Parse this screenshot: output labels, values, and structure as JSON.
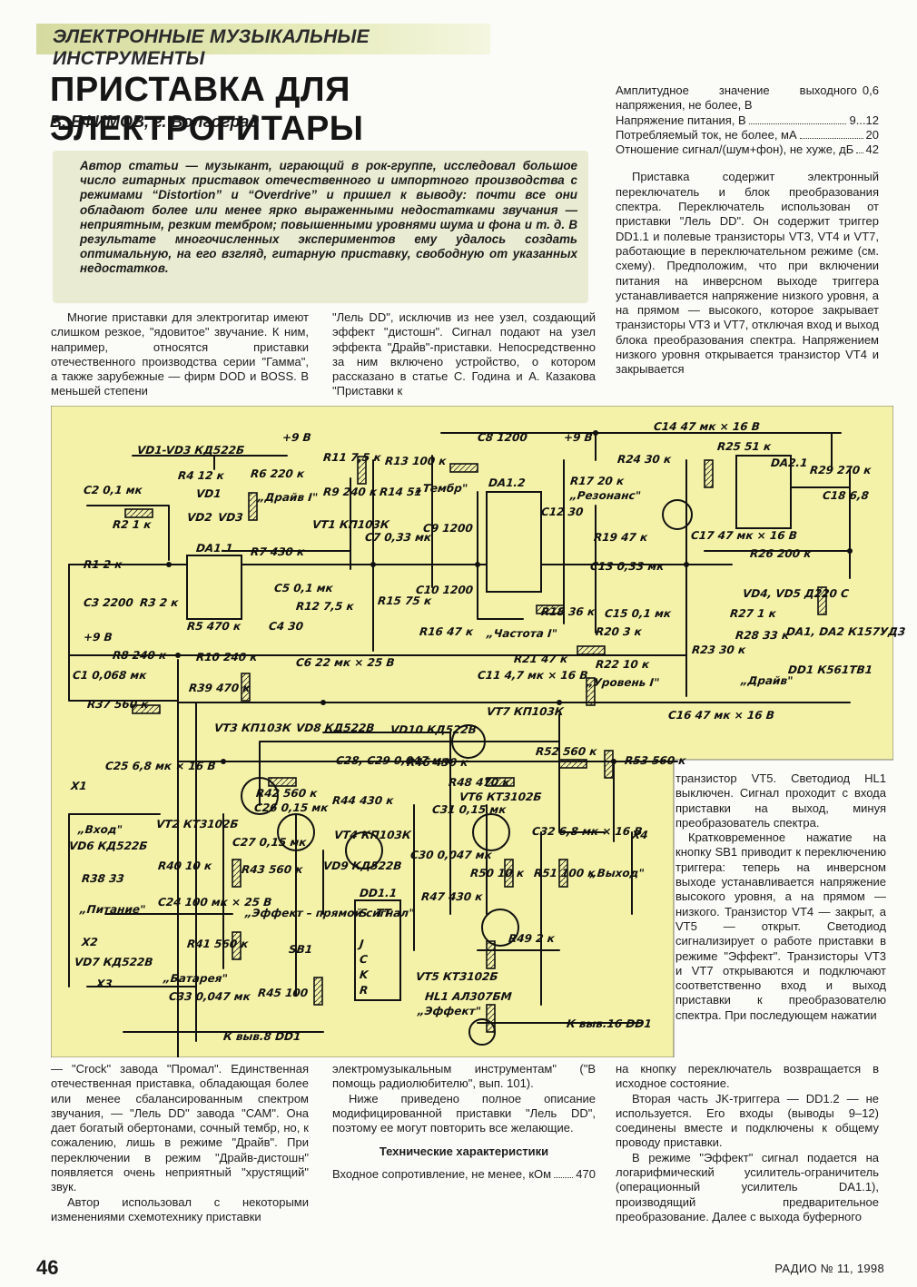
{
  "header": {
    "section": "ЭЛЕКТРОННЫЕ МУЗЫКАЛЬНЫЕ ИНСТРУМЕНТЫ"
  },
  "article": {
    "title": "ПРИСТАВКА ДЛЯ ЭЛЕКТРОГИТАРЫ",
    "byline": "В. ЕФИМОВ, г. Волгоград",
    "lead": "Автор статьи — музыкант, играющий в рок-группе, исследовал большое число гитарных приставок отечественного и импортного производства с режимами “Distortion” и “Overdrive” и пришел к выводу: почти все они обладают более или менее ярко выраженными недостатками звучания — неприятным, резким тембром; повышенными уровнями шума и фона и т. д. В результате многочисленных экспериментов ему удалось создать оптимальную, на его взгляд, гитарную приставку, свободную от указанных недостатков."
  },
  "columns": {
    "col1_top": "Многие приставки для электрогитар имеют слишком резкое, \"ядовитое\" звучание. К ним, например, относятся приставки отечественного производства серии \"Гамма\", а также зарубежные — фирм DOD и BOSS. В меньшей степени",
    "col2_top": "\"Лель DD\", исключив из нее узел, создающий эффект \"дистошн\". Сигнал подают на узел эффекта \"Драйв\"-приставки. Непосредственно за ним включено устройство, о котором рассказано в статье С. Година и А. Казакова \"Приставки к",
    "col3_specs": [
      {
        "label": "Амплитудное значение выходного напряжения, не более, В",
        "value": "0,6"
      },
      {
        "label": "Напряжение питания, В",
        "value": "9...12"
      },
      {
        "label": "Потребляемый ток, не более, мА",
        "value": "20"
      },
      {
        "label": "Отношение сигнал/(шум+фон), не хуже, дБ",
        "value": "42"
      }
    ],
    "col3_top": "Приставка содержит электронный переключатель и блок преобразования спектра. Переключатель использован от приставки \"Лель DD\". Он содержит триггер DD1.1 и полевые транзисторы VT3, VT4 и VT7, работающие в переключательном режиме (см. схему). Предположим, что при включении питания на инверсном выходе триггера устанавливается напряжение низкого уровня, а на прямом — высокого, которое закрывает транзисторы VT3 и VT7, отключая вход и выход блока преобразования спектра. Напряжением низкого уровня открывается транзистор VT4 и закрывается",
    "col1_bottom_p1": "— \"Crock\" завода \"Промал\". Единственная отечественная приставка, обладающая более или менее сбалансированным спектром звучания, — \"Лель DD\" завода \"САМ\". Она дает богатый обертонами, сочный тембр, но, к сожалению, лишь в режиме \"Драйв\". При переключении в режим \"Драйв-дистошн\" появляется очень неприятный \"хрустящий\" звук.",
    "col1_bottom_p2": "Автор использовал с некоторыми изменениями схемотехнику приставки",
    "col2_bottom_p1": "электромузыкальным инструментам\" (\"В помощь радиолюбителю\", вып. 101).",
    "col2_bottom_p2": "Ниже приведено полное описание модифицированной приставки \"Лель DD\", поэтому ее могут повторить все желающие.",
    "col2_spec_heading": "Технические характеристики",
    "col2_spec": {
      "label": "Входное сопротивление, не менее, кОм",
      "value": "470"
    },
    "inner_p1": "транзистор VT5. Светодиод HL1 выключен. Сигнал проходит с входа приставки на выход, минуя преобразователь спектра.",
    "inner_p2": "Кратковременное нажатие на кнопку SB1 приводит к переключению триггера: теперь на инверсном выходе устанавливается напряжение высокого уровня, а на прямом — низкого. Транзистор VT4 — закрыт, а VT5 — открыт. Светодиод сигнализирует о работе приставки в режиме \"Эффект\". Транзисторы VT3 и VT7 открываются и подключают соответственно вход и выход приставки к преобразователю спектра. При последующем нажатии",
    "col3_bottom_p1": "на кнопку переключатель возвращается в исходное состояние.",
    "col3_bottom_p2": "Вторая часть JK-триггера — DD1.2 — не используется. Его входы (выводы 9–12) соединены вместе и подключены к общему проводу приставки.",
    "col3_bottom_p3": "В режиме \"Эффект\" сигнал подается на логарифмический усилитель-ограничитель (операционный усилитель DA1.1), производящий предварительное преобразование. Далее с выхода буферного"
  },
  "schematic": {
    "labels": [
      "VD1-VD3 КД522Б",
      "+9 В",
      "R11 7,5 к",
      "R13 100 к",
      "C8 1200",
      "+9 В",
      "C14 47 мк × 16 В",
      "R24 30 к",
      "R25 51 к",
      "DA2.1",
      "C2 0,1 мк",
      "R4 12 к",
      "R6 220 к",
      "„Драйв I\"",
      "R9 240 к",
      "VT1 КП103К",
      "R14 51",
      "„Тембр\"",
      "DA1.2",
      "R17 20 к",
      "„Резонанс\"",
      "R29 270 к",
      "C18 6,8",
      "R2 1 к",
      "VD1",
      "VD2",
      "VD3",
      "DA1.1",
      "R7 430 к",
      "C7 0,33 мк",
      "C9 1200",
      "C12 30",
      "R19 47 к",
      "C13 0,33 мк",
      "C17 47 мк × 16 В",
      "R1 2 к",
      "C3 2200",
      "R3 2 к",
      "C5 0,1 мк",
      "R12 7,5 к",
      "R15 75 к",
      "C10 1200",
      "R18 36 к",
      "C15 0,1 мк",
      "R26 200 к",
      "VD4, VD5 Д220 С",
      "+9 В",
      "R5 470 к",
      "C4 30",
      "R16 47 к",
      "„Частота I\"",
      "R20 3 к",
      "R27 1 к",
      "R28 33 к",
      "DA1, DA2 К157УД3",
      "DD1 К561ТВ1",
      "R8 240 к",
      "R10 240 к",
      "C6 22 мк × 25 В",
      "R21 47 к",
      "R22 10 к",
      "R23 30 к",
      "„Драйв\"",
      "C1 0,068 мк",
      "R39 470 к",
      "C11 4,7 мк × 16 В",
      "„Уровень I\"",
      "R37 560 к",
      "VT7 КП103К",
      "C16 47 мк × 16 В",
      "VT3 КП103К",
      "VD8 КД522В",
      "VD10 КД522В",
      "C25 6,8 мк × 16 В",
      "C28, C29 0,047 мк",
      "R46 430 к",
      "R52 560 к",
      "R53 560 к",
      "X1",
      "VT2 КТ3102Б",
      "R42 560 к",
      "C26 0,15 мк",
      "R48 470 к",
      "VT6 КТ3102Б",
      "R44 430 к",
      "C31 0,15 мк",
      "„Вход\"",
      "VD6 КД522Б",
      "C27 0,15 мк",
      "VT4 КП103К",
      "C32 6,8 мк × 16 В",
      "X4",
      "R38 33",
      "R40 10 к",
      "R43 560 к",
      "VD9 КД522В",
      "C30 0,047 мк",
      "R50 10 к",
      "R51 100 к",
      "„Выход\"",
      "„Питание\"",
      "C24 100 мк × 25 В",
      "„Эффект – прямой сигнал\"",
      "DD1.1",
      "R47 430 к",
      "X2",
      "VD7 КД522В",
      "X3",
      "R41 560 к",
      "SB1",
      "VT5 КТ3102Б",
      "R49 2 к",
      "„Батарея\"",
      "C33 0,047 мк",
      "R45 100",
      "HL1 АЛ307БМ",
      "„Эффект\"",
      "К выв.8 DD1",
      "К выв.16 DD1"
    ],
    "dd1_pins": [
      "S",
      "TT",
      "J",
      "C",
      "K",
      "R"
    ]
  },
  "footer": {
    "page_number": "46",
    "journal": "РАДИО № 11, 1998"
  }
}
